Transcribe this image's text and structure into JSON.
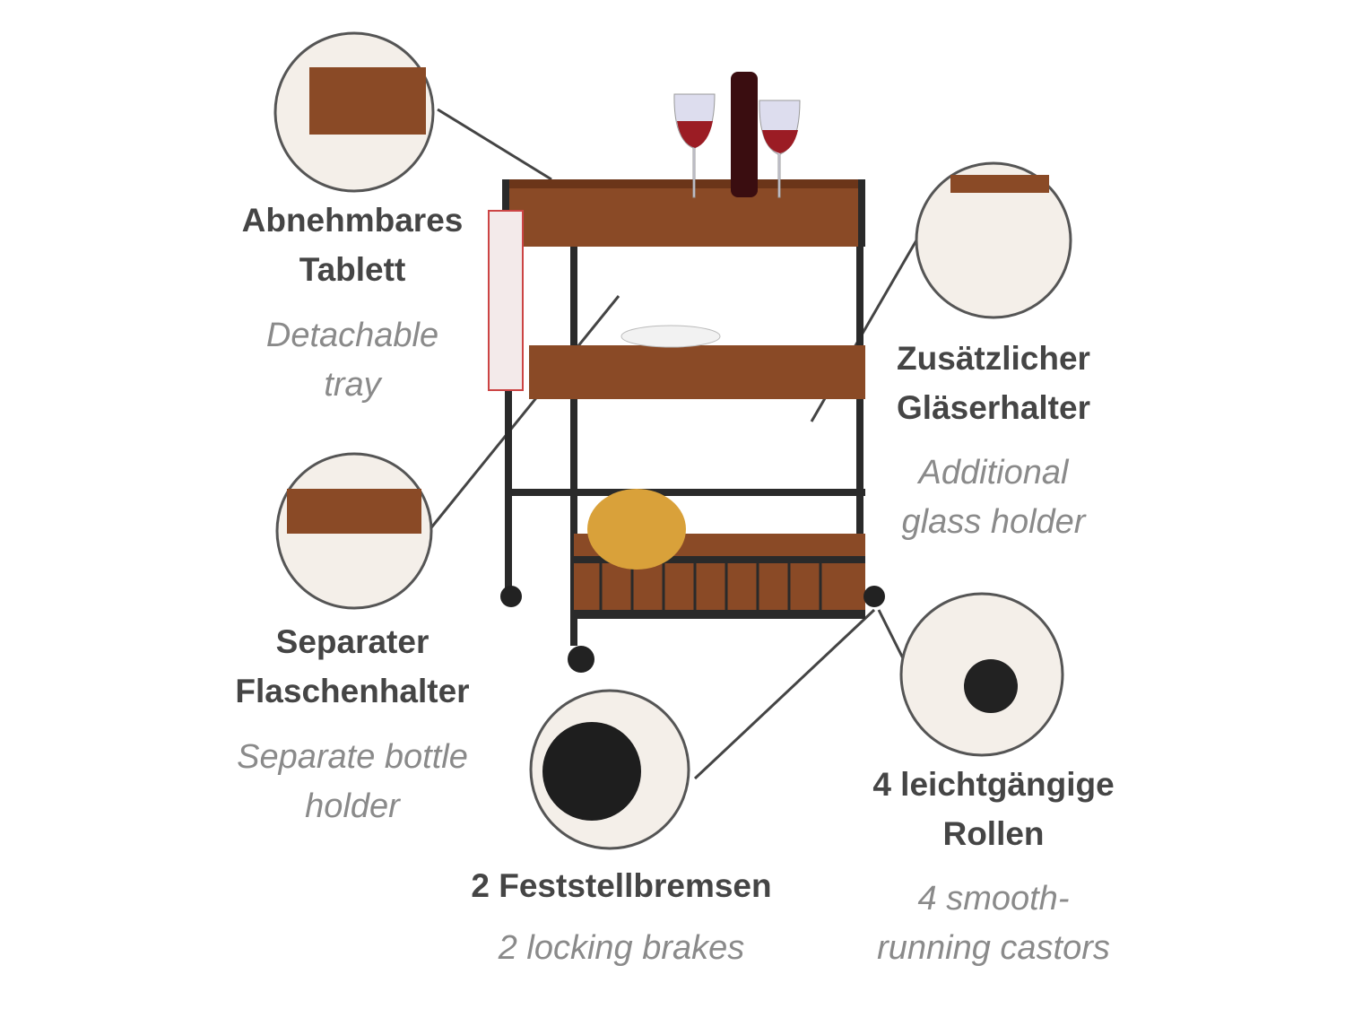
{
  "callouts": {
    "tray": {
      "de": [
        "Abnehmbares",
        "Tablett"
      ],
      "en": [
        "Detachable",
        "tray"
      ]
    },
    "bottle": {
      "de": [
        "Separater",
        "Flaschenhalter"
      ],
      "en": [
        "Separate bottle",
        "holder"
      ]
    },
    "glass": {
      "de": [
        "Zusätzlicher",
        "Gläserhalter"
      ],
      "en": [
        "Additional",
        "glass holder"
      ]
    },
    "castors": {
      "de": [
        "4 leichtgängige",
        "Rollen"
      ],
      "en": [
        "4 smooth-",
        "running castors"
      ]
    },
    "brakes": {
      "de": [
        "2 Feststellbremsen"
      ],
      "en": [
        "2 locking brakes"
      ]
    }
  },
  "colors": {
    "wood": "#8a4a26",
    "frame": "#2a2a2a",
    "de_text": "#454545",
    "en_text": "#8a8a8a",
    "line": "#444444"
  }
}
